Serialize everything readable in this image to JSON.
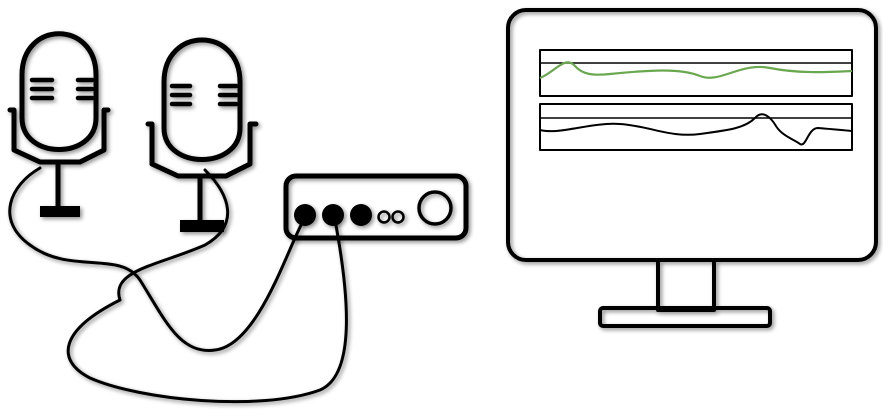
{
  "scene": {
    "background": "#ffffff",
    "ink_color": "#000000",
    "shadow_color": "#999999",
    "waveform_colors": {
      "top_track": "#6aa84f",
      "bottom_track": "#000000"
    }
  },
  "icons": {
    "microphones": [
      "microphone-icon",
      "microphone-icon"
    ],
    "interface": "audio-interface-icon",
    "monitor": "monitor-icon"
  },
  "audio_interface": {
    "input_jacks": 3,
    "small_knobs": 2,
    "large_knobs": 1
  },
  "monitor": {
    "tracks": 2
  }
}
